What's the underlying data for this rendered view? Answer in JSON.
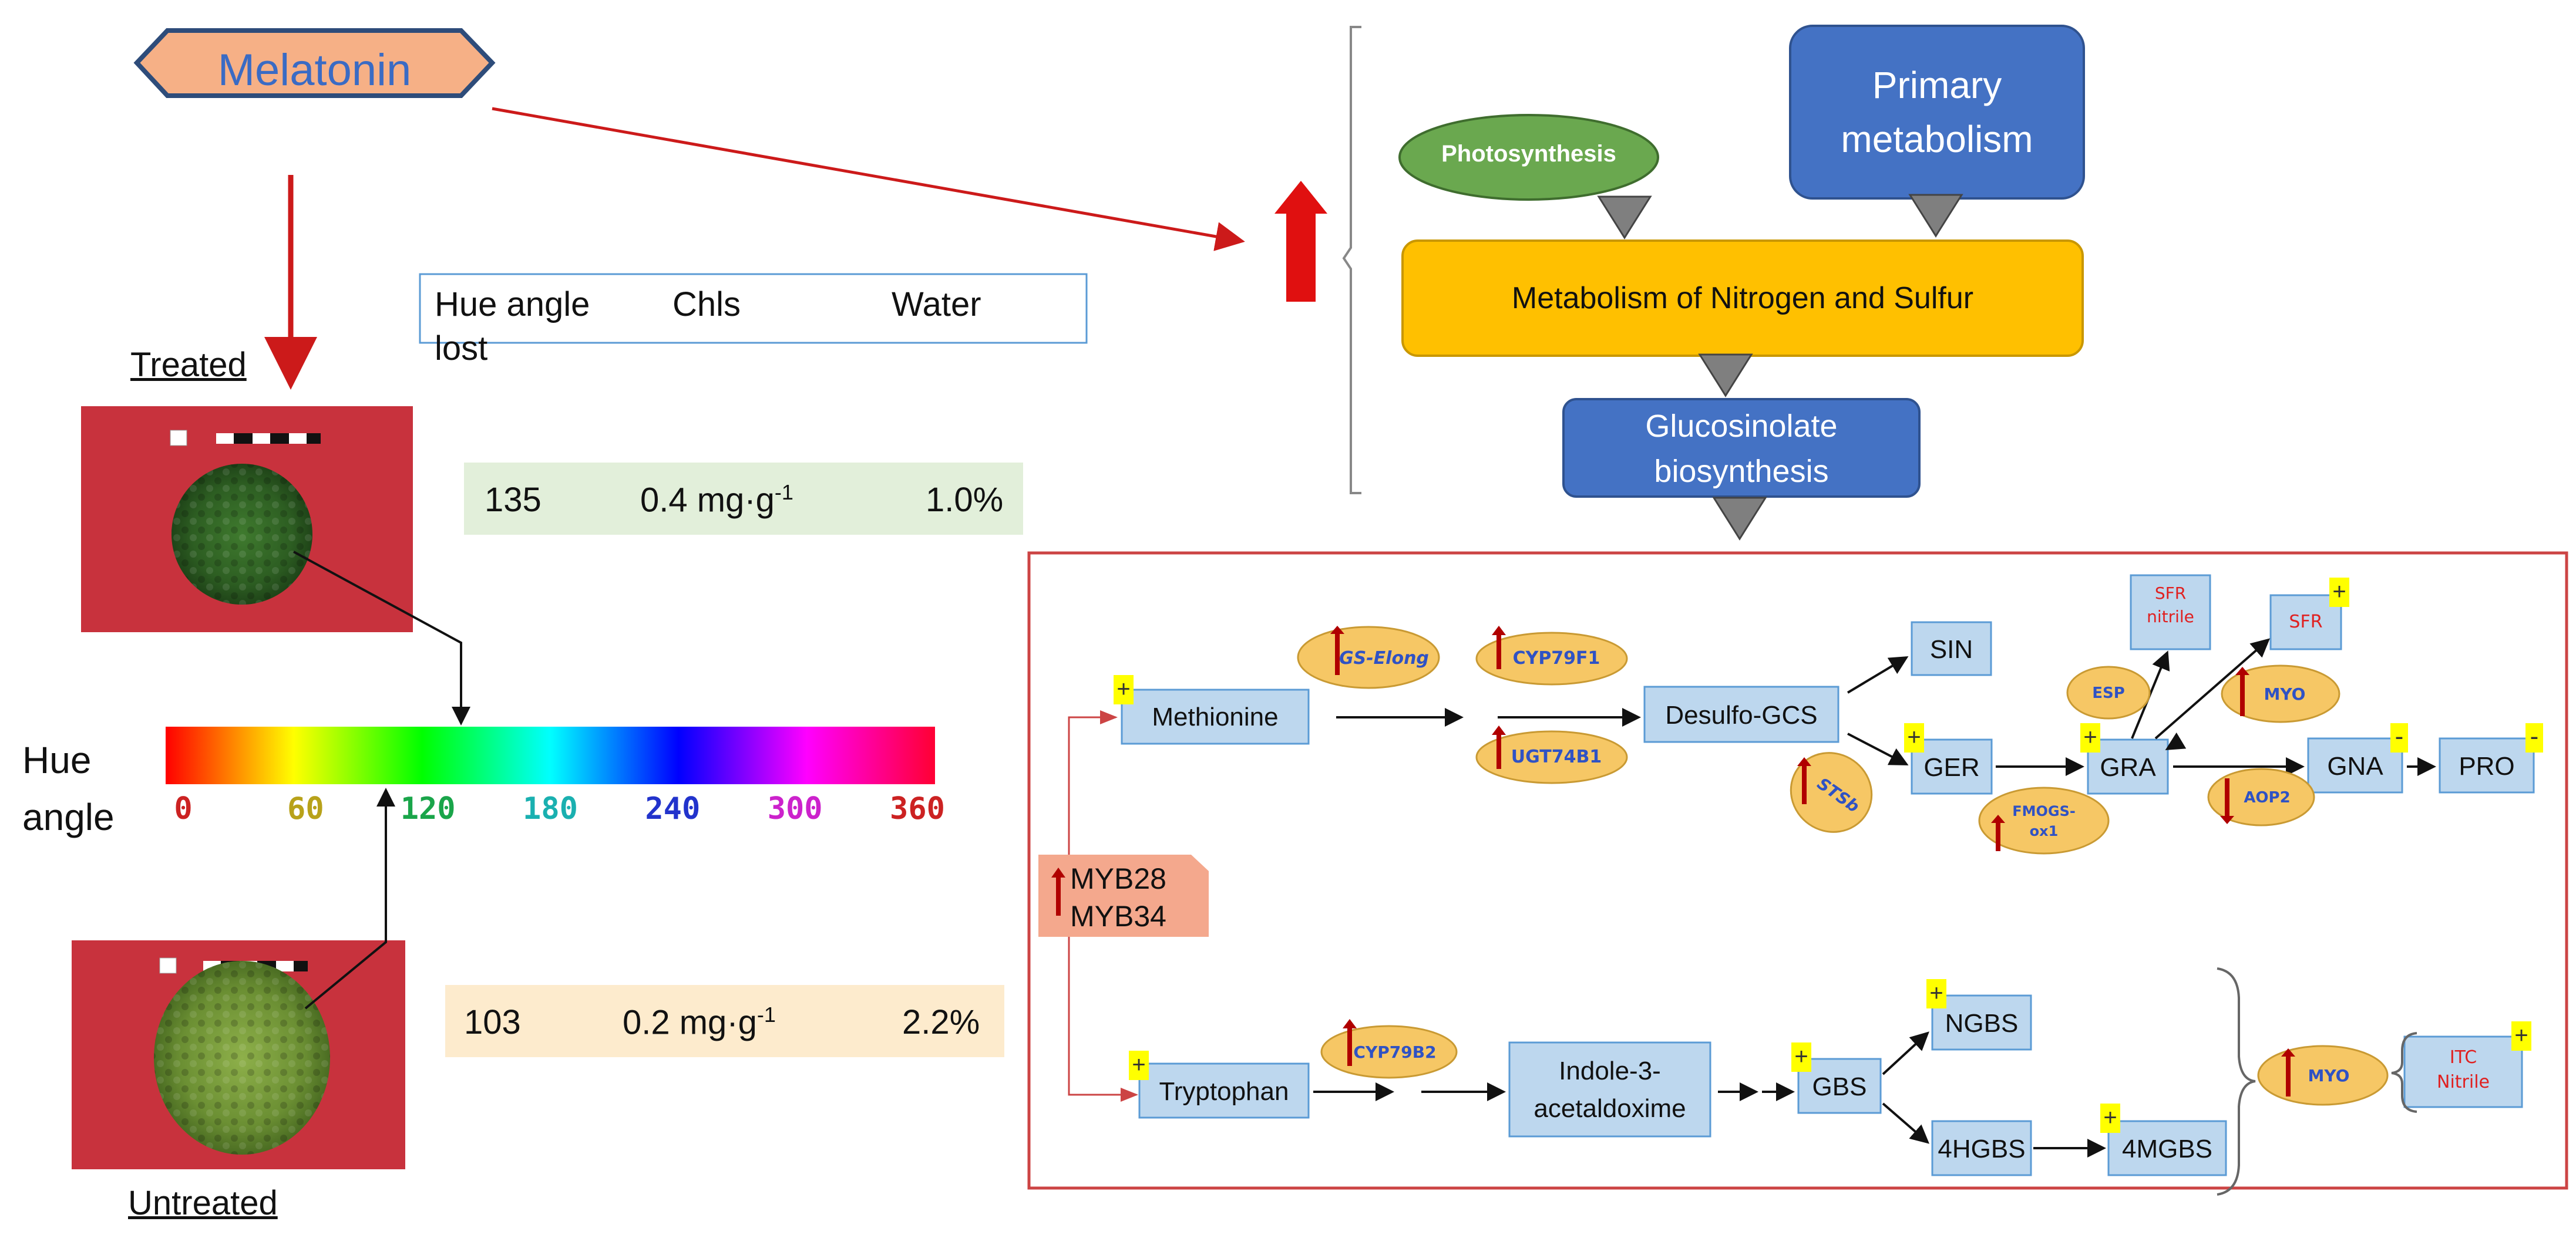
{
  "trigger": "Melatonin",
  "header": {
    "hue_angle": "Hue angle",
    "lost": "lost",
    "chls": "Chls",
    "water": "Water"
  },
  "treated": {
    "label": "Treated",
    "hue": "135",
    "chls_base": "0.4 mg·g",
    "chls_sup": "-1",
    "water": "1.0%"
  },
  "untreated": {
    "label": "Untreated",
    "hue": "103",
    "chls_base": "0.2 mg·g",
    "chls_sup": "-1",
    "water": "2.2%"
  },
  "scale": {
    "title_line1": "Hue",
    "title_line2": "angle",
    "ticks": [
      "0",
      "60",
      "120",
      "180",
      "240",
      "300",
      "360"
    ],
    "tick_colors": [
      "#cc2222",
      "#b8a21a",
      "#1aa54a",
      "#1ab0b0",
      "#2233cc",
      "#cc22cc",
      "#cc2222"
    ]
  },
  "top": {
    "photosynthesis": "Photosynthesis",
    "primary_line1": "Primary",
    "primary_line2": "metabolism",
    "nitrogen": "Metabolism of Nitrogen and Sulfur",
    "gluc_line1": "Glucosinolate",
    "gluc_line2": "biosynthesis"
  },
  "regulators": {
    "myb28": "MYB28",
    "myb34": "MYB34"
  },
  "nodes": {
    "methionine": "Methionine",
    "desulfo": "Desulfo-GCS",
    "sin": "SIN",
    "ger": "GER",
    "gra": "GRA",
    "gna": "GNA",
    "pro": "PRO",
    "sfr_nitrile_1": "SFR",
    "sfr_nitrile_2": "nitrile",
    "sfr": "SFR",
    "tryptophan": "Tryptophan",
    "indole_1": "Indole-3-",
    "indole_2": "acetaldoxime",
    "gbs": "GBS",
    "ngbs": "NGBS",
    "hgbs": "4HGBS",
    "mgbs": "4MGBS",
    "itc_1": "ITC",
    "itc_2": "Nitrile"
  },
  "genes": {
    "gs_elong": "GS-Elong",
    "cyp79f1": "CYP79F1",
    "ugt74b1": "UGT74B1",
    "sts": "STSb",
    "fmogs_1": "FMOGS-",
    "fmogs_2": "ox1",
    "esp": "ESP",
    "myo_top": "MYO",
    "aop2": "AOP2",
    "cyp79b2": "CYP79B2",
    "myo_bottom": "MYO"
  },
  "signs": {
    "plus": "+",
    "minus": "-"
  },
  "colors": {
    "red_arrow": "#e01010",
    "node_fill": "#bdd7ee",
    "oval_fill": "#f6c765",
    "highlight": "#ffff00"
  }
}
